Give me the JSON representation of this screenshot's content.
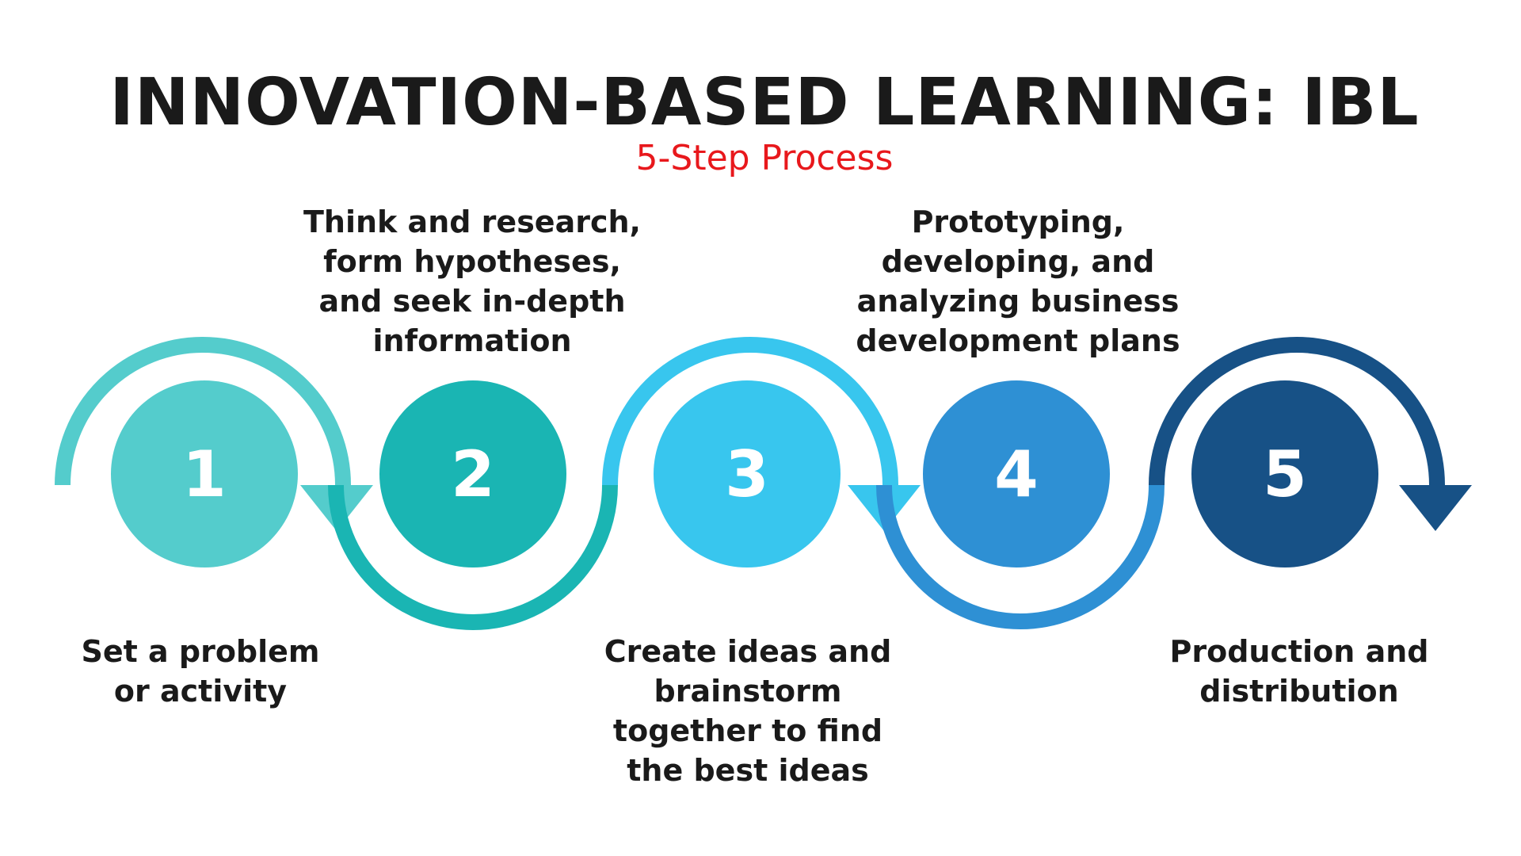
{
  "header": {
    "title": "INNOVATION-BASED LEARNING: IBL",
    "subtitle": "5-Step Process"
  },
  "colors": {
    "title": "#1a1a1a",
    "subtitle": "#e8181c",
    "step_text": "#1a1a1a"
  },
  "steps": [
    {
      "number": "1",
      "color": "#54cccc",
      "label_lines": [
        "Set a problem",
        "or activity"
      ]
    },
    {
      "number": "2",
      "color": "#1ab5b3",
      "label_lines": [
        "Think and research,",
        "form hypotheses,",
        "and seek in-depth",
        "information"
      ]
    },
    {
      "number": "3",
      "color": "#38c6ee",
      "label_lines": [
        "Create ideas and",
        "brainstorm",
        "together to find",
        "the best ideas"
      ]
    },
    {
      "number": "4",
      "color": "#2e90d4",
      "label_lines": [
        "Prototyping,",
        "developing, and",
        "analyzing business",
        "development plans"
      ]
    },
    {
      "number": "5",
      "color": "#175186",
      "label_lines": [
        "Production and",
        "distribution"
      ]
    }
  ]
}
